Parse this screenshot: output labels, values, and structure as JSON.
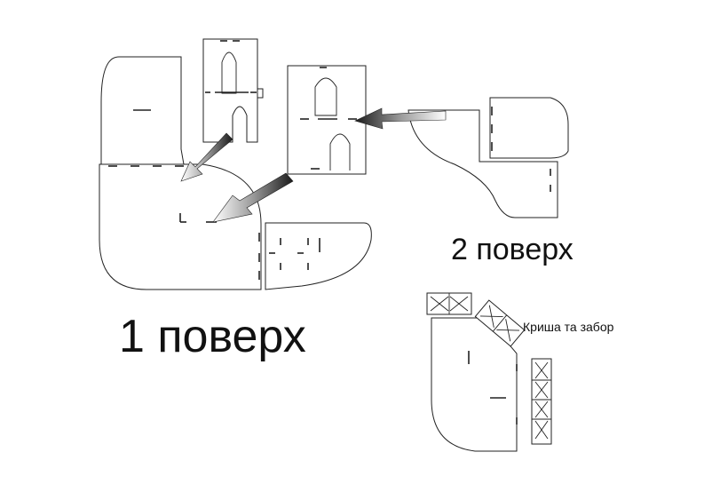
{
  "labels": {
    "floor1": "1 поверх",
    "floor2": "2 поверх",
    "roof_fence": "Криша та забор"
  }
}
